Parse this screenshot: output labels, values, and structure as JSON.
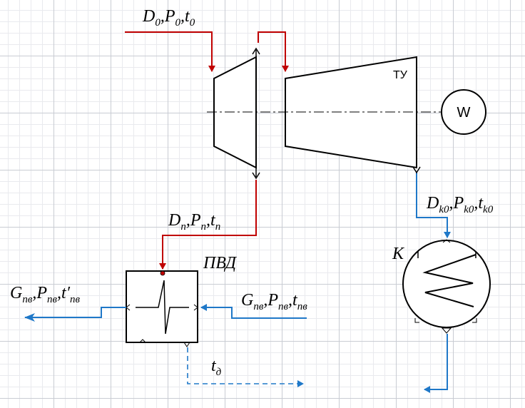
{
  "colors": {
    "steam": "#c00000",
    "water": "#1f78c8",
    "line": "#000000"
  },
  "labels": {
    "inlet": {
      "parts": [
        {
          "main": "D",
          "sub": "0",
          "sep": ","
        },
        {
          "main": "P",
          "sub": "0",
          "sep": ","
        },
        {
          "main": "t",
          "sub": "0",
          "sep": ""
        }
      ]
    },
    "extraction": {
      "parts": [
        {
          "main": "D",
          "sub": "п",
          "sep": ","
        },
        {
          "main": "P",
          "sub": "п",
          "sep": ","
        },
        {
          "main": "t",
          "sub": "п",
          "sep": ""
        }
      ]
    },
    "condenser_in": {
      "parts": [
        {
          "main": "D",
          "sub": "k0",
          "sep": ","
        },
        {
          "main": "P",
          "sub": "k0",
          "sep": ","
        },
        {
          "main": "t",
          "sub": "k0",
          "sep": ""
        }
      ]
    },
    "feed_in": {
      "parts": [
        {
          "main": "G",
          "sub": "пв",
          "sep": ","
        },
        {
          "main": "P",
          "sub": "пв",
          "sep": ","
        },
        {
          "main": "t",
          "sub": "пв",
          "sep": ""
        }
      ]
    },
    "feed_out": {
      "parts": [
        {
          "main": "G",
          "sub": "пв",
          "sep": ","
        },
        {
          "main": "P",
          "sub": "пв",
          "sep": ","
        },
        {
          "main": "t′",
          "sub": "пв",
          "sep": ""
        }
      ]
    },
    "drain": {
      "parts": [
        {
          "main": "t",
          "sub": "д",
          "sep": ""
        }
      ]
    }
  },
  "components": {
    "turbine_label": "ТУ",
    "generator_label": "W",
    "heater_label": "ПВД",
    "condenser_label": "К"
  },
  "icons": {
    "generator": "generator-circle-icon",
    "heater": "heat-exchanger-icon",
    "condenser": "condenser-coil-icon"
  }
}
